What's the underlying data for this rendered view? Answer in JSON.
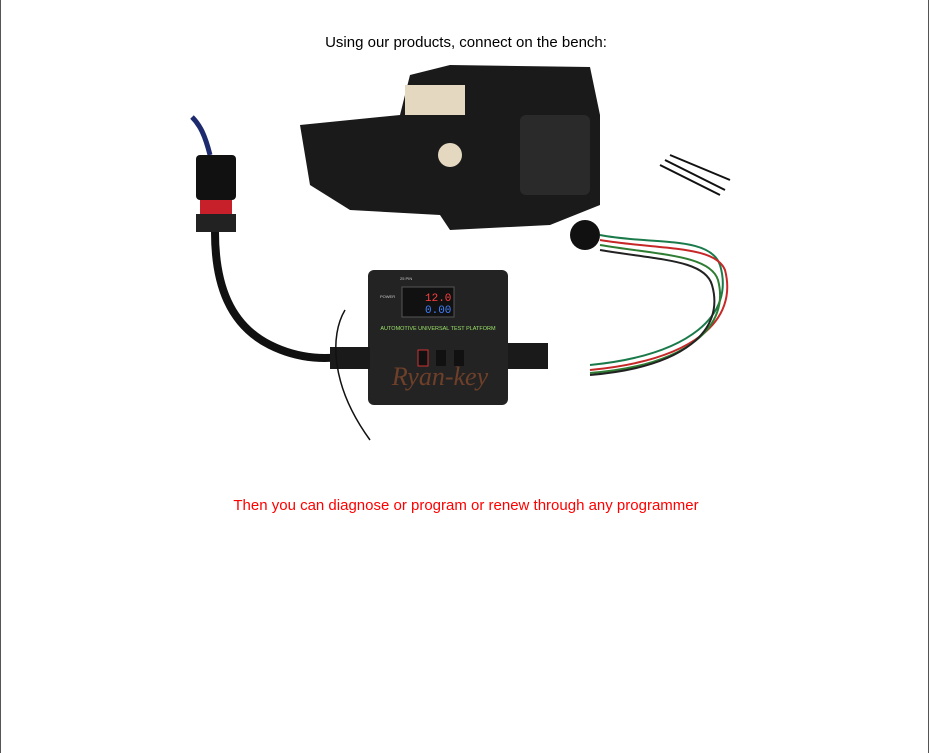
{
  "heading": "Using our products, connect on the bench:",
  "note": "Then you can diagnose or program or renew through any programmer",
  "note_color": "#ff0000",
  "photo": {
    "device_title": "AUTOMOTIVE UNIVERSAL TEST PLATFORM",
    "voltage": "12.0",
    "current": "0.00",
    "port_label": "25 PIN",
    "power_label": "POWER",
    "watermark": "Ryan-key"
  }
}
